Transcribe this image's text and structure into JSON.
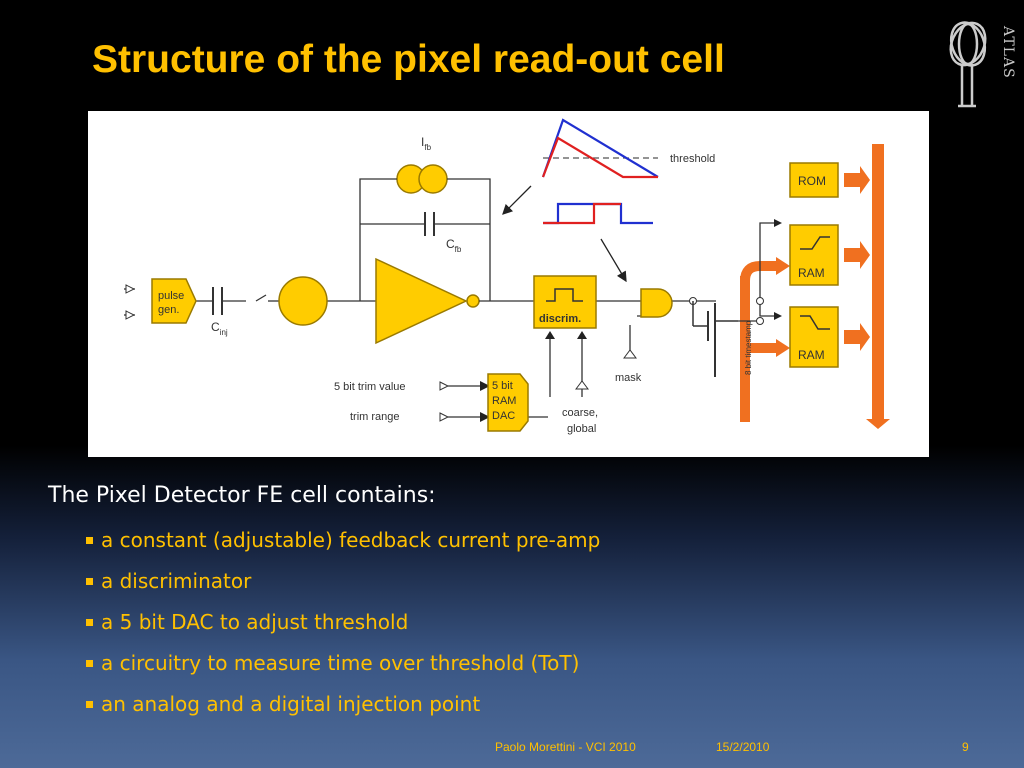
{
  "slide": {
    "title": "Structure of  the pixel read-out cell",
    "logo_text": "ATLAS",
    "intro": "The Pixel Detector FE cell contains:",
    "bullets": [
      "a constant (adjustable) feedback current pre-amp",
      "a discriminator",
      "a 5 bit DAC to adjust threshold",
      "a circuitry to measure time over threshold (ToT)",
      "an analog and a digital injection  point"
    ],
    "footer": {
      "author_event": "Paolo Morettini   -   VCI 2010",
      "date": "15/2/2010",
      "page": "9"
    }
  },
  "diagram": {
    "ifb_label": "I",
    "ifb_sub": "fb",
    "cfb_label": "C",
    "cfb_sub": "fb",
    "cinj_label": "C",
    "cinj_sub": "inj",
    "pulse_gen": [
      "pulse",
      "gen."
    ],
    "discrim": "discrim.",
    "threshold_label": "threshold",
    "trim_value_label": "5 bit trim value",
    "trim_range_label": "trim range",
    "dac_block": [
      "5 bit",
      "RAM",
      "DAC"
    ],
    "coarse_global": [
      "coarse,",
      "global"
    ],
    "mask_label": "mask",
    "timestamp_bus": "8 bit timestamp",
    "rom_label": "ROM",
    "ram1_label": "RAM",
    "ram2_label": "RAM"
  },
  "colors": {
    "accent": "#ffc000",
    "component_fill": "#ffcc00",
    "bus": "#f07020",
    "pulse_blue": "#2030d0",
    "pulse_red": "#e02020"
  }
}
